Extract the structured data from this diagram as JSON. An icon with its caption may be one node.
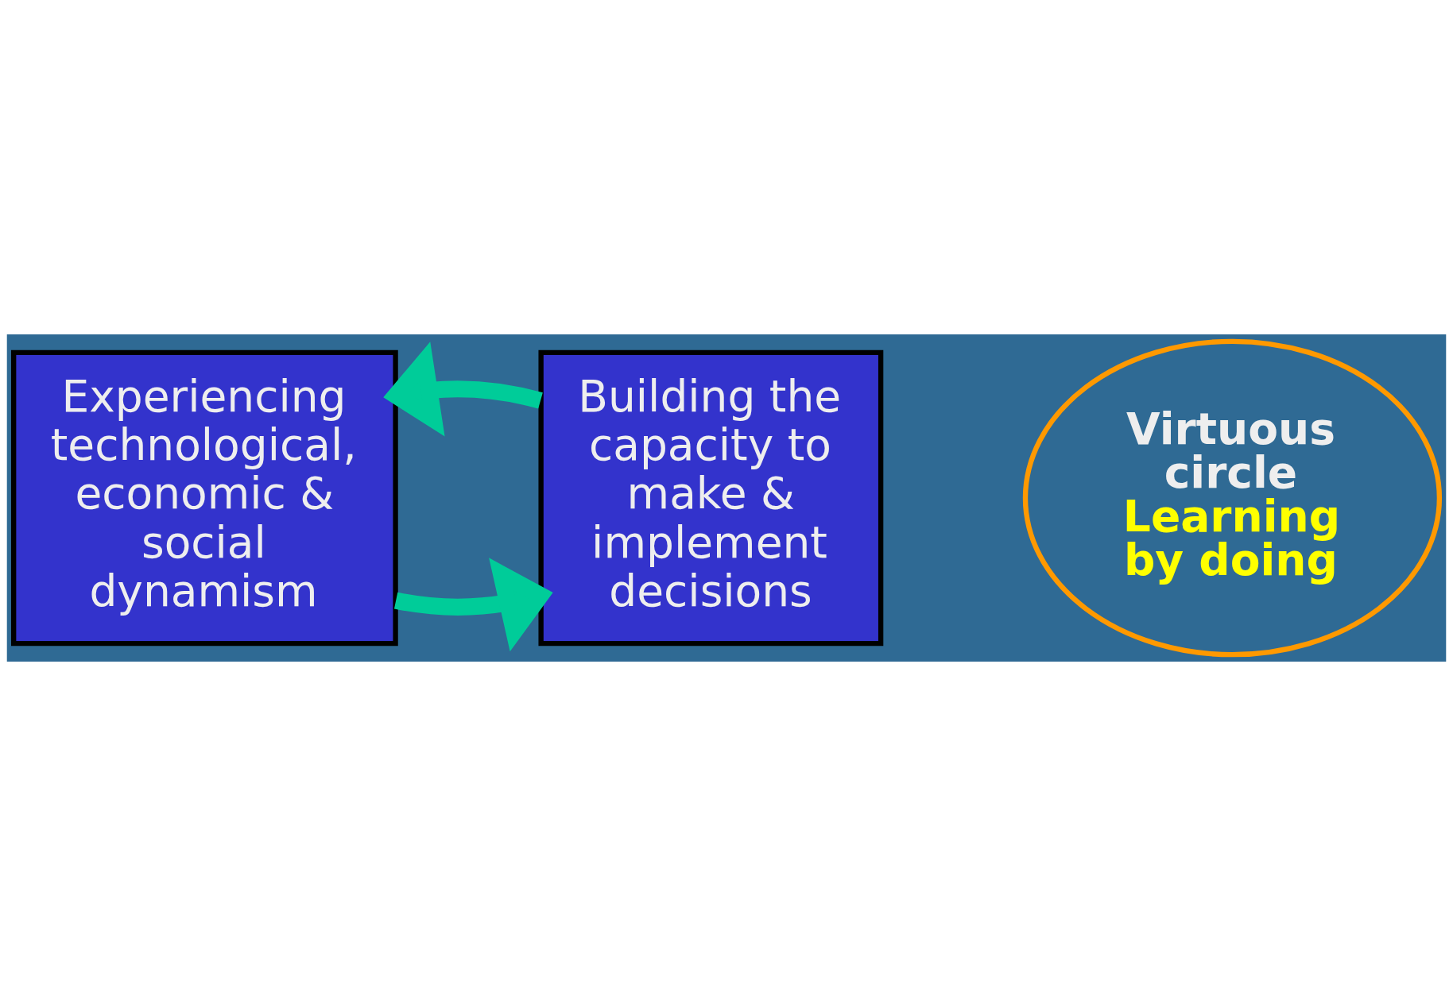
{
  "diagram": {
    "nodes": [
      {
        "text": [
          "Experiencing technological, economic & social dynamism"
        ]
      },
      {
        "text": [
          "Building the capacity to make & implement decisions"
        ]
      },
      {
        "text": [
          "Virtuous circle",
          "Learning by doing"
        ]
      }
    ],
    "edges": [
      {
        "from": 0,
        "to": 1,
        "arrow": "to"
      },
      {
        "from": 1,
        "to": 0,
        "arrow": "to"
      }
    ]
  }
}
